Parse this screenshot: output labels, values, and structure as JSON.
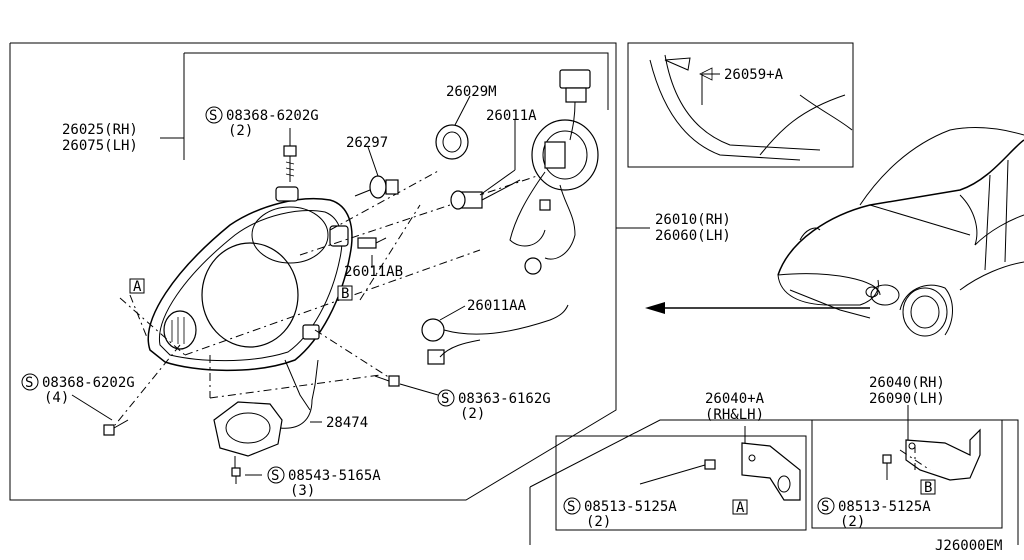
{
  "callouts": {
    "p26025": "26025(RH)",
    "p26075": "26075(LH)",
    "s08368_top": "08368-6202G",
    "s08368_top_qty": "(2)",
    "p26297": "26297",
    "p26029m": "26029M",
    "p26011a": "26011A",
    "p26011ab": "26011AB",
    "p26011aa": "26011AA",
    "p26010": "26010(RH)",
    "p26060": "26060(LH)",
    "s08368_bot": "08368-6202G",
    "s08368_bot_qty": "(4)",
    "s08363": "08363-6162G",
    "s08363_qty": "(2)",
    "p28474": "28474",
    "s08543": "08543-5165A",
    "s08543_qty": "(3)",
    "p26059a": "26059+A",
    "p26040a": "26040+A",
    "p26040a_sub": "(RH&LH)",
    "s08513_left": "08513-5125A",
    "s08513_left_qty": "(2)",
    "p26040": "26040(RH)",
    "p26090": "26090(LH)",
    "s08513_right": "08513-5125A",
    "s08513_right_qty": "(2)",
    "ref_a": "A",
    "ref_b": "B",
    "screw_mark": "S",
    "diagram_code": "J26000EM"
  }
}
